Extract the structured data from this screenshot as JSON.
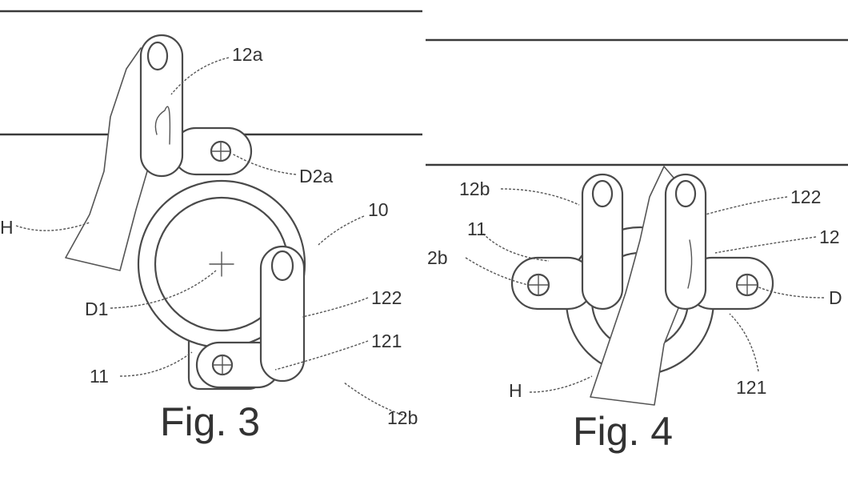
{
  "fig3": {
    "caption": "Fig. 3",
    "labels": {
      "l12a": "12a",
      "lD2a": "D2a",
      "l10": "10",
      "lH": "H",
      "lD1": "D1",
      "l122": "122",
      "l121": "121",
      "l11": "11",
      "l12b": "12b"
    }
  },
  "fig4": {
    "caption": "Fig. 4",
    "labels": {
      "l12b": "12b",
      "l11": "11",
      "l2b": "2b",
      "l122": "122",
      "l12": "12",
      "lD": "D",
      "l121": "121",
      "lH": "H"
    }
  }
}
